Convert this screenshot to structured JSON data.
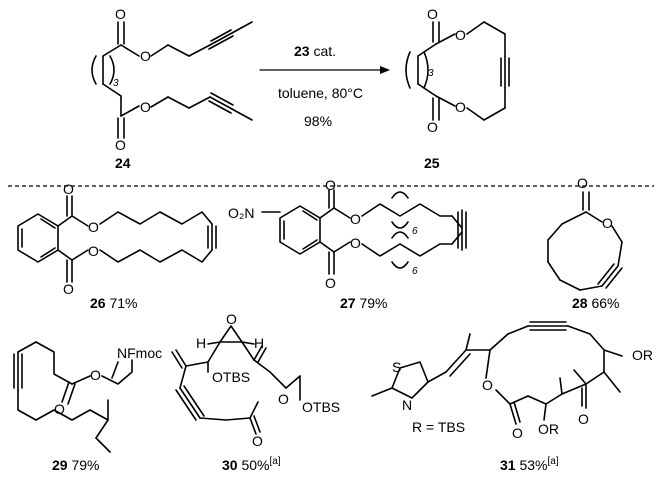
{
  "reaction": {
    "reactant_number": "24",
    "product_number": "25",
    "catalyst_number": "23",
    "catalyst_suffix": " cat.",
    "solvent": "toluene, 80°C",
    "yield": "98%",
    "repeat_count_reactant": "3",
    "repeat_count_product": "3"
  },
  "products": [
    {
      "number": "26",
      "yield": " 71%",
      "note": ""
    },
    {
      "number": "27",
      "yield": " 79%",
      "note": "",
      "repeat_a": "6",
      "repeat_b": "6"
    },
    {
      "number": "28",
      "yield": " 66%",
      "note": ""
    },
    {
      "number": "29",
      "yield": " 79%",
      "note": ""
    },
    {
      "number": "30",
      "yield": " 50%",
      "note": "[a]"
    },
    {
      "number": "31",
      "yield": " 53%",
      "note": "[a]"
    }
  ],
  "substituent_note": "R = TBS",
  "atoms": {
    "O": "O",
    "NO2": "O₂N",
    "NFmoc": "NFmoc",
    "OTBS": "OTBS",
    "OR": "OR",
    "S": "S",
    "N": "N",
    "H": "H"
  }
}
